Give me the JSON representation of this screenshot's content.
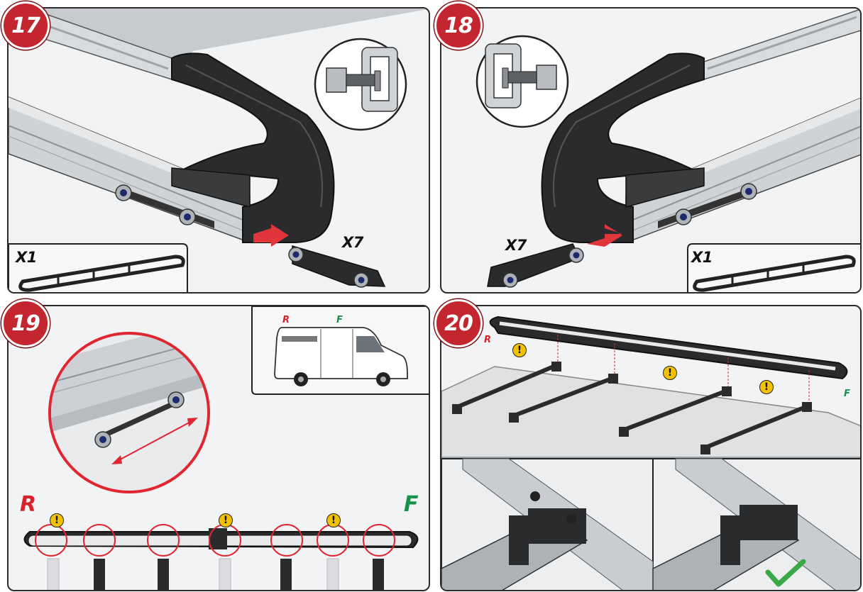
{
  "steps": [
    {
      "number": "17",
      "part_label": "X7",
      "rail_label": "X1"
    },
    {
      "number": "18",
      "part_label": "X7",
      "rail_label": "X1"
    },
    {
      "number": "19",
      "rear_label": "R",
      "front_label": "F",
      "warning_symbol": "!"
    },
    {
      "number": "20",
      "rear_label": "R",
      "front_label": "F",
      "warning_symbol": "!"
    }
  ],
  "colors": {
    "badge_red": "#c3262e",
    "rear_red": "#d9232a",
    "front_green": "#17924a",
    "warning_yellow": "#f2c200",
    "arrow_red": "#e0353b",
    "check_green": "#3aa845"
  }
}
